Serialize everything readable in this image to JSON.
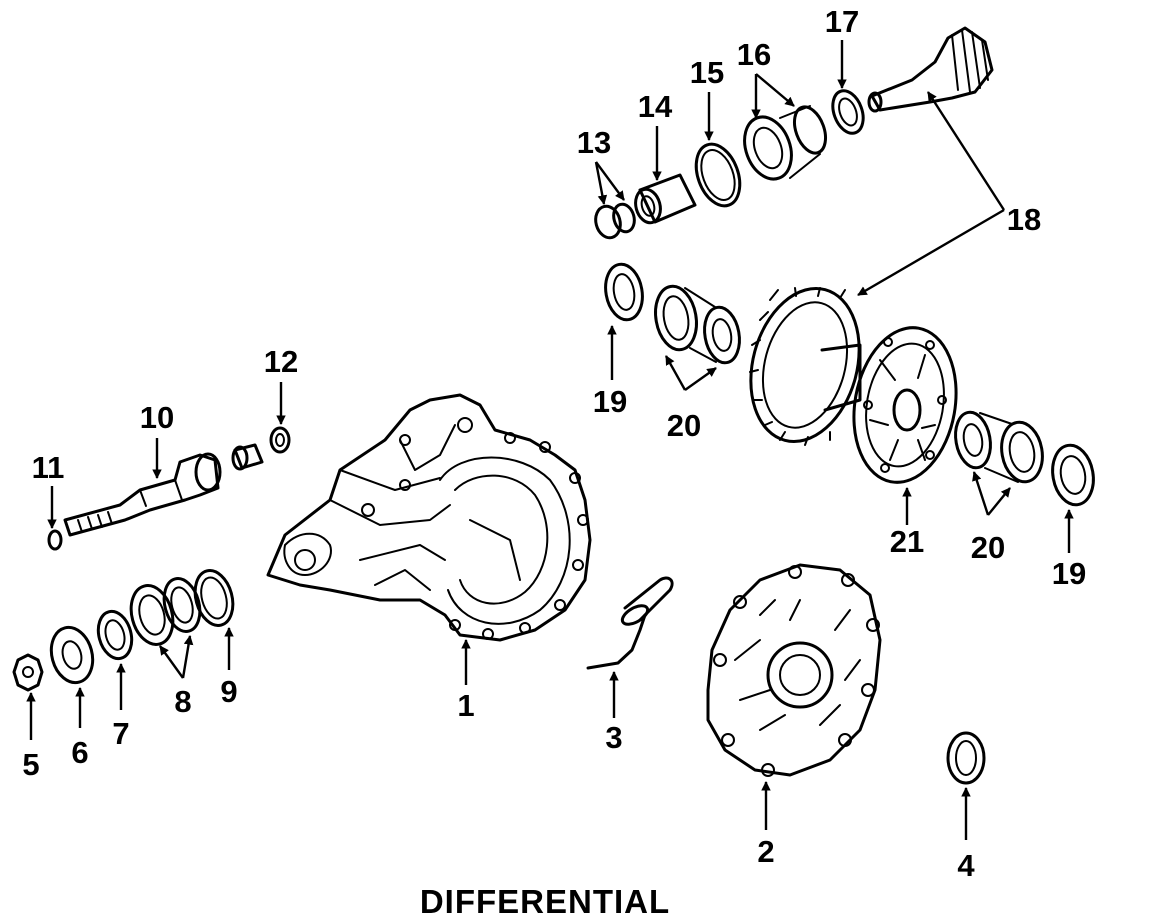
{
  "diagram": {
    "caption": "DIFFERENTIAL",
    "callouts": {
      "c1": "1",
      "c2": "2",
      "c3": "3",
      "c4": "4",
      "c5": "5",
      "c6": "6",
      "c7": "7",
      "c8": "8",
      "c9": "9",
      "c10": "10",
      "c11": "11",
      "c12": "12",
      "c13": "13",
      "c14": "14",
      "c15": "15",
      "c16": "16",
      "c17": "17",
      "c18": "18",
      "c19a": "19",
      "c19b": "19",
      "c20a": "20",
      "c20b": "20",
      "c21": "21"
    }
  }
}
